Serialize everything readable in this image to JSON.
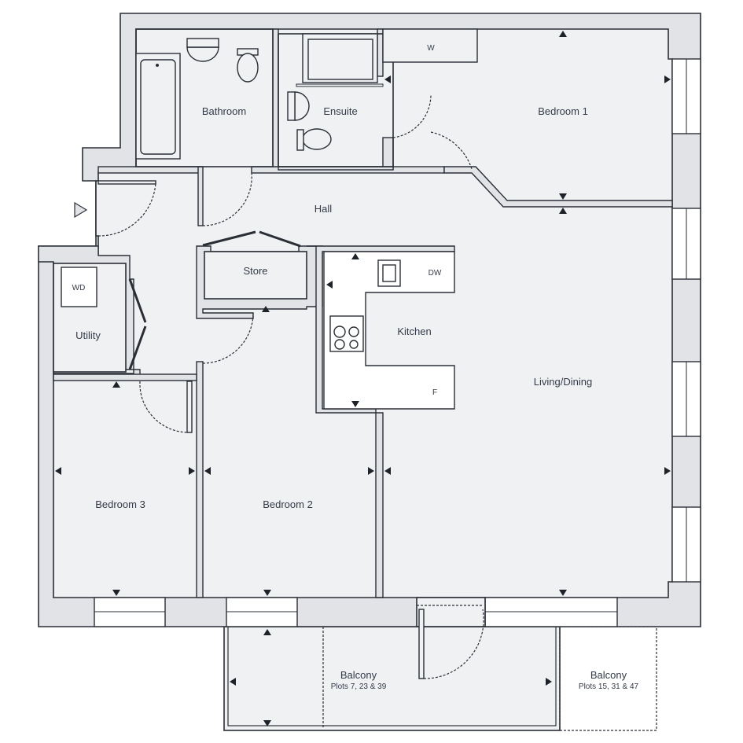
{
  "rooms": {
    "bathroom": "Bathroom",
    "ensuite": "Ensuite",
    "bedroom1": "Bedroom 1",
    "hall": "Hall",
    "store": "Store",
    "utility": "Utility",
    "kitchen": "Kitchen",
    "living": "Living/Dining",
    "bedroom2": "Bedroom 2",
    "bedroom3": "Bedroom 3",
    "balcony_a": "Balcony",
    "balcony_a_note": "Plots 7, 23 & 39",
    "balcony_b": "Balcony",
    "balcony_b_note": "Plots 15, 31 & 47"
  },
  "fixtures": {
    "wardrobe": "W",
    "washer_dryer": "WD",
    "dishwasher": "DW",
    "fridge": "F"
  },
  "colors": {
    "wall": "#e2e3e6",
    "floor": "#f0f1f3",
    "line": "#2a2f36"
  }
}
